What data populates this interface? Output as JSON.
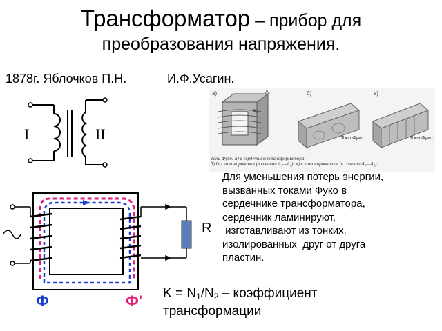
{
  "title": {
    "main": "Трансформатор",
    "rest_line1": " – прибор для",
    "line2": "преобразования напряжения."
  },
  "credits": {
    "left": "1878г. Яблочков П.Н.",
    "right": "И.Ф.Усагин."
  },
  "symbol": {
    "primary_label": "I",
    "secondary_label": "II"
  },
  "photo": {
    "labels": [
      "а)",
      "б)",
      "в)",
      "A₁",
      "A₂",
      "Токи Фуко"
    ],
    "caption_line1": "Токи Фуко: а) в сердечнике трансформатора;",
    "caption_line2": "б) без ламинирования (в сечении A₁—A₂); в) с ламинированием (в сечении A₁—A₂)"
  },
  "description": [
    "Для уменьшения потерь энергии,",
    "вызванных токами Фуко в",
    "сердечнике трансформатора,",
    "сердечник ламинируют,",
    " изготавливают из тонких,",
    "изолированных  друг от друга",
    "пластин."
  ],
  "circuit": {
    "resistor_label": "R",
    "flux_main": "Ф",
    "flux_leak": "Ф'",
    "colors": {
      "flux_main": "#1a3fd0",
      "flux_leak": "#e0207a",
      "resistor": "#5a7fb8"
    }
  },
  "formula": {
    "prefix": "K = N",
    "sub1": "1",
    "mid": "/N",
    "sub2": "2",
    "suffix": " – коэффициент",
    "line2": "трансформации"
  }
}
